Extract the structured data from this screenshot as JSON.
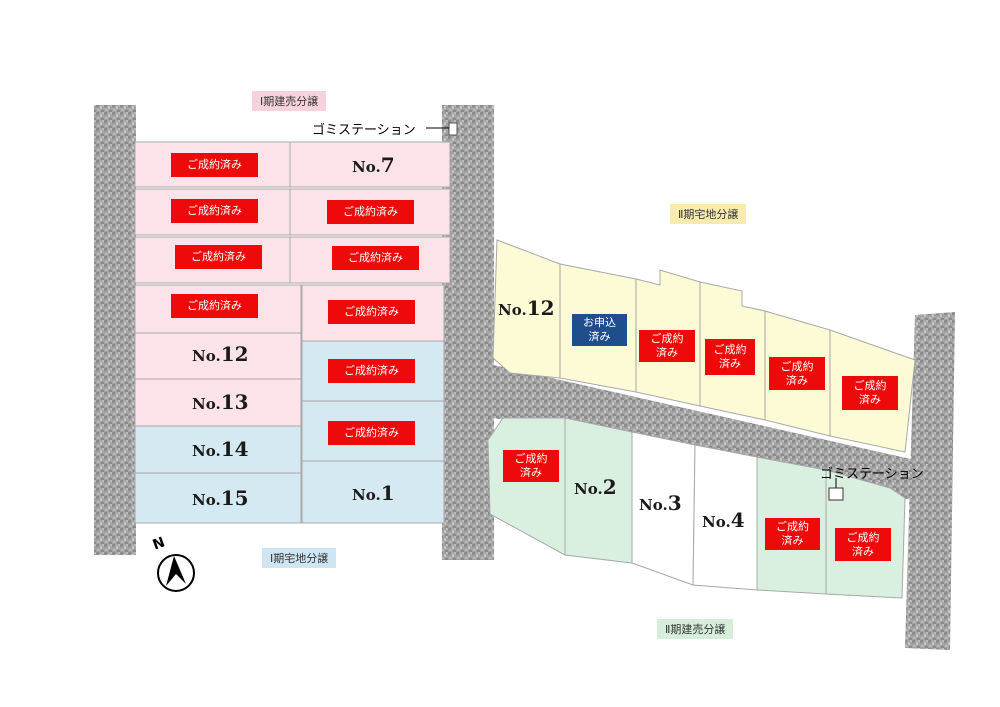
{
  "phase_labels": {
    "phase1_built": "Ⅰ期建売分譲",
    "phase1_land": "Ⅰ期宅地分譲",
    "phase2_land": "Ⅱ期宅地分譲",
    "phase2_built": "Ⅱ期建売分譲"
  },
  "status": {
    "sold": "ご成約済み",
    "sold_two_line": "ご成約\n済み",
    "applied": "お申込\n済み"
  },
  "lot_prefix": "No.",
  "phase1_lots": {
    "lot_7": "7",
    "lot_12": "12",
    "lot_13": "13",
    "lot_14": "14",
    "lot_15": "15",
    "lot_1": "1"
  },
  "phase2_lots": {
    "lot_12": "12",
    "lot_2": "2",
    "lot_3": "3",
    "lot_4": "4"
  },
  "garbage_station": "ゴミステーション",
  "compass": {
    "letter": "N",
    "icon": "north-arrow-icon"
  },
  "colors": {
    "phase1_built": "#fbe3e9",
    "phase1_land": "#d5e9f3",
    "phase2_land": "#fdfad6",
    "phase2_built": "#d9f0e0",
    "sold_badge": "#ee0a0a",
    "applied_badge": "#1f4e8c",
    "road": "#9c9c9c"
  }
}
